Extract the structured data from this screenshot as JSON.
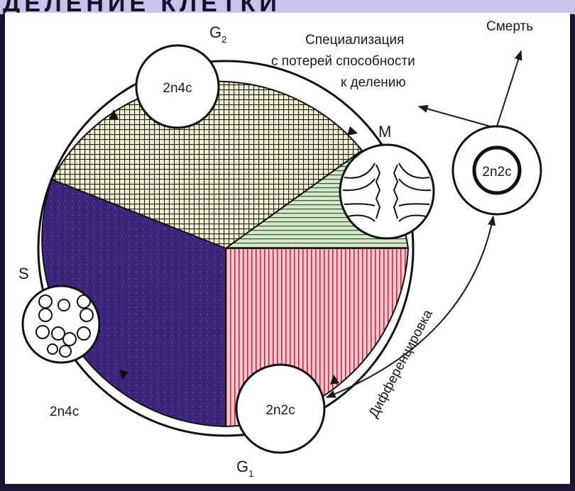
{
  "header": {
    "text": "ДЕЛЕНИЕ КЛЕТКИ"
  },
  "phases": {
    "g2": {
      "name": "G",
      "sub": "2",
      "ploidy": "2n4c"
    },
    "m": {
      "name": "M"
    },
    "g1": {
      "name": "G",
      "sub": "1",
      "ploidy": "2n2c"
    },
    "s": {
      "name": "S",
      "ploidy": "2n4c"
    }
  },
  "specialization": {
    "line1": "Специализация",
    "line2": "с потерей способности",
    "line3": "к делению"
  },
  "death": "Смерть",
  "differentiated_cell": "2n2c",
  "differentiation": "Дифференцировка"
}
